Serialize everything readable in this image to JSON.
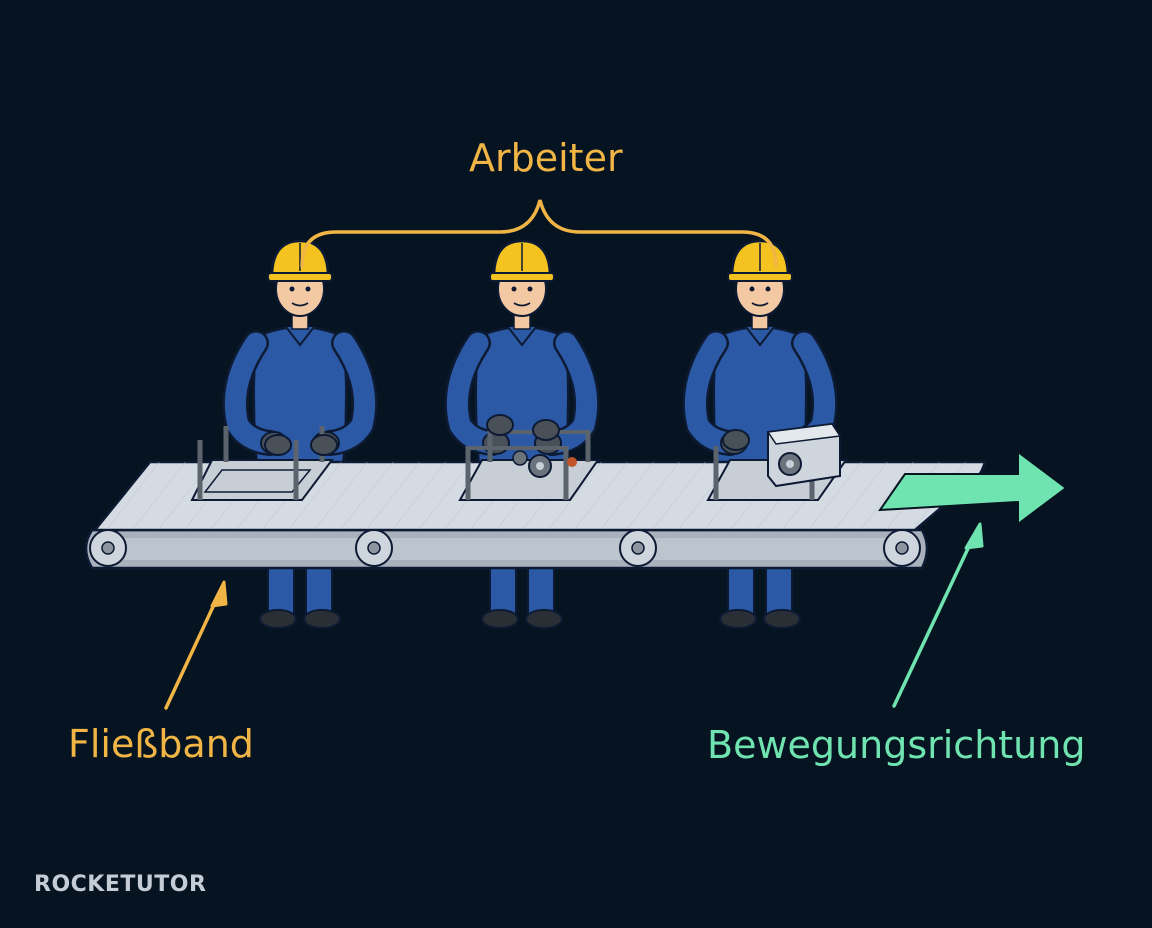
{
  "labels": {
    "workers": "Arbeiter",
    "conveyor": "Fließband",
    "direction": "Bewegungsrichtung"
  },
  "logo_text": "ROCKETUTOR",
  "colors": {
    "background": "#061421",
    "label_orange": "#f0b545",
    "label_green": "#6fe3b0",
    "helmet": "#f4c320",
    "overall": "#2b59a6",
    "belt": "#d5dbe2",
    "frame": "#9aa3ad"
  }
}
